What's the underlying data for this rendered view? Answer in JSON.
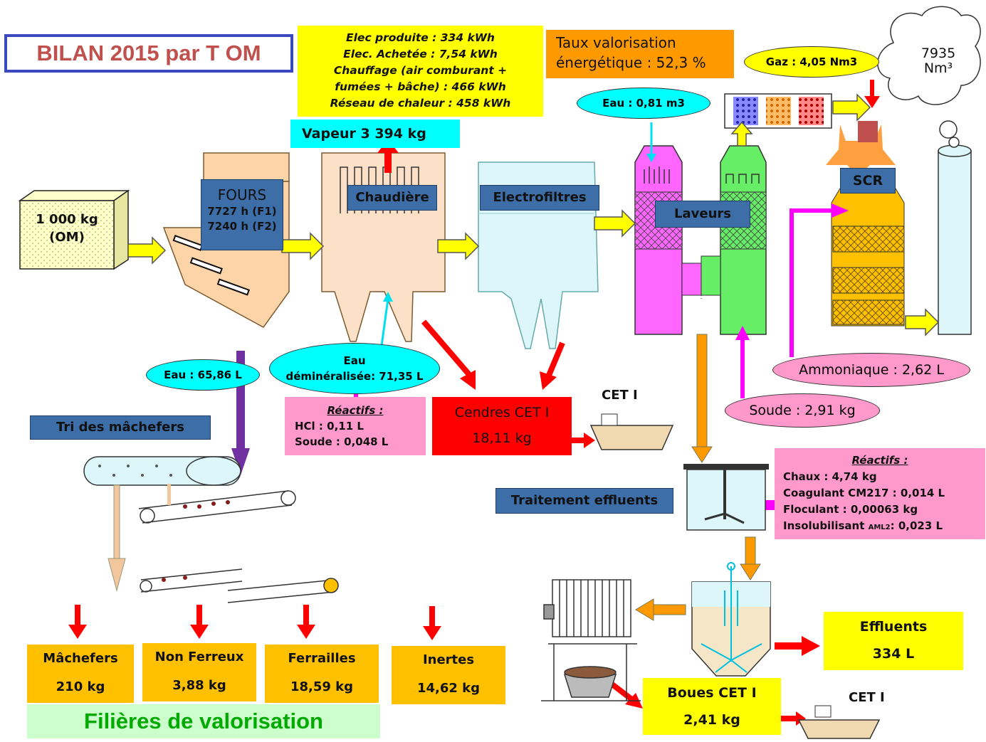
{
  "title": "BILAN 2015 par T OM",
  "energy": {
    "elec_produite": "Elec produite : 334 kWh",
    "elec_achetee": "Elec. Achetée : 7,54 kWh",
    "chauffage_1": "Chauffage (air comburant +",
    "chauffage_2": "fumées + bâche) : 466 kWh",
    "reseau": "Réseau de chaleur : 458 kWh"
  },
  "taux": {
    "line1": "Taux valorisation",
    "line2": "énergétique : 52,3 %"
  },
  "gaz": "Gaz : 4,05 Nm3",
  "cloud": {
    "line1": "7935",
    "line2": "Nm³"
  },
  "eau_laveurs": "Eau : 0,81 m3",
  "vapeur": "Vapeur 3 394 kg",
  "om": {
    "line1": "1 000 kg",
    "line2": "(OM)"
  },
  "fours": {
    "title": "FOURS",
    "line1": "7727 h (F1)",
    "line2": "7240 h (F2)"
  },
  "chaudiere": "Chaudière",
  "electrofiltres": "Electrofiltres",
  "laveurs": "Laveurs",
  "scr": "SCR",
  "ammoniaque": "Ammoniaque : 2,62 L",
  "soude_laveurs": "Soude : 2,91 kg",
  "eau_tri": "Eau : 65,86 L",
  "eau_demin": {
    "line1": "Eau",
    "line2": "déminéralisée: 71,35 L"
  },
  "reactifs_chaudiere": {
    "title": "Réactifs :",
    "line1": "HCl : 0,11 L",
    "line2": "Soude : 0,048 L"
  },
  "cendres": {
    "line1": "Cendres CET I",
    "line2": "18,11 kg"
  },
  "cet_top": "CET I",
  "tri": "Tri des mâchefers",
  "traitement": "Traitement effluents",
  "reactifs_effluents": {
    "title": "Réactifs :",
    "line1": "Chaux : 4,74 kg",
    "line2": "Coagulant CM217 : 0,014 L",
    "line3": "Floculant : 0,00063 kg",
    "line4_a": "Insolubilisant ",
    "line4_small": "AML2",
    "line4_b": ": 0,023 L"
  },
  "effluents": {
    "line1": "Effluents",
    "line2": "334 L"
  },
  "boues": {
    "line1": "Boues CET I",
    "line2": "2,41 kg"
  },
  "cet_bottom": "CET I",
  "outputs": [
    {
      "name": "Mâchefers",
      "value": "210 kg"
    },
    {
      "name": "Non Ferreux",
      "value": "3,88 kg"
    },
    {
      "name": "Ferrailles",
      "value": "18,59 kg"
    },
    {
      "name": "Inertes",
      "value": "14,62 kg"
    }
  ],
  "filieres": "Filières de valorisation",
  "colors": {
    "yellow": "#ffff00",
    "orange": "#ffc000",
    "cyan": "#00ffff",
    "pink": "#ff99cc",
    "red": "#ff0000",
    "magenta": "#ff00ff",
    "green": "#66ee66",
    "title_red": "#c0504d",
    "label_blue": "#3d6ea8"
  }
}
